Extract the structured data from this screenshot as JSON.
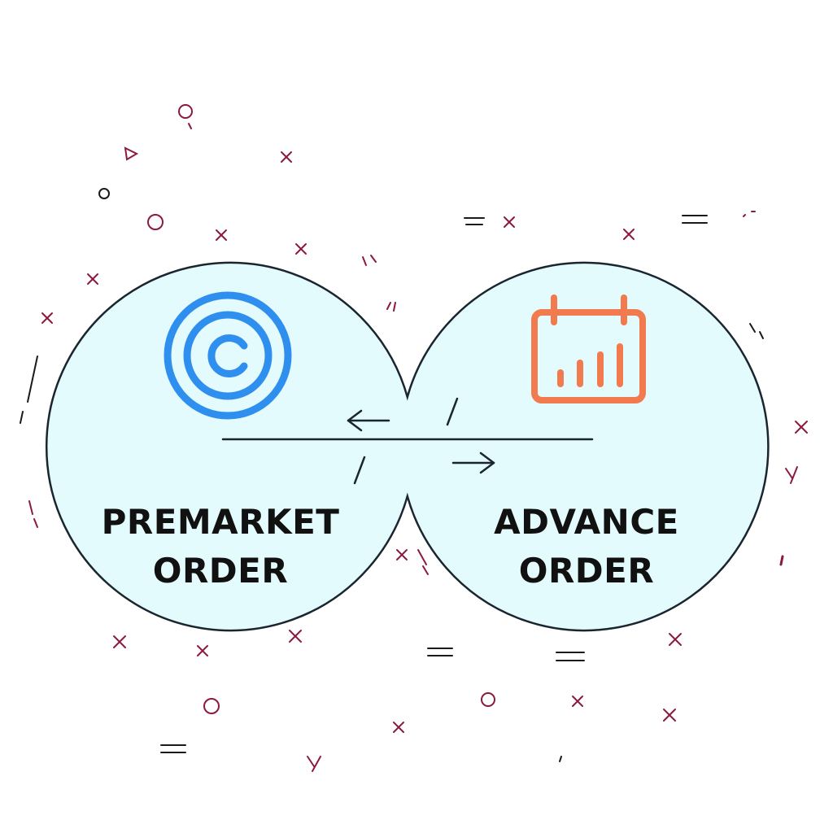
{
  "diagram": {
    "left_node": {
      "line1": "PREMARKET",
      "line2": "ORDER",
      "icon": "target-icon",
      "icon_color": "#2f8fef"
    },
    "right_node": {
      "line1": "ADVANCE",
      "line2": "ORDER",
      "icon": "calendar-chart-icon",
      "icon_color": "#f27a4f"
    },
    "connector": {
      "arrows": [
        "left",
        "right"
      ]
    },
    "colors": {
      "circle_fill": "#e3fbfd",
      "outline": "#1a2530",
      "confetti": "#8b1a3c"
    }
  }
}
